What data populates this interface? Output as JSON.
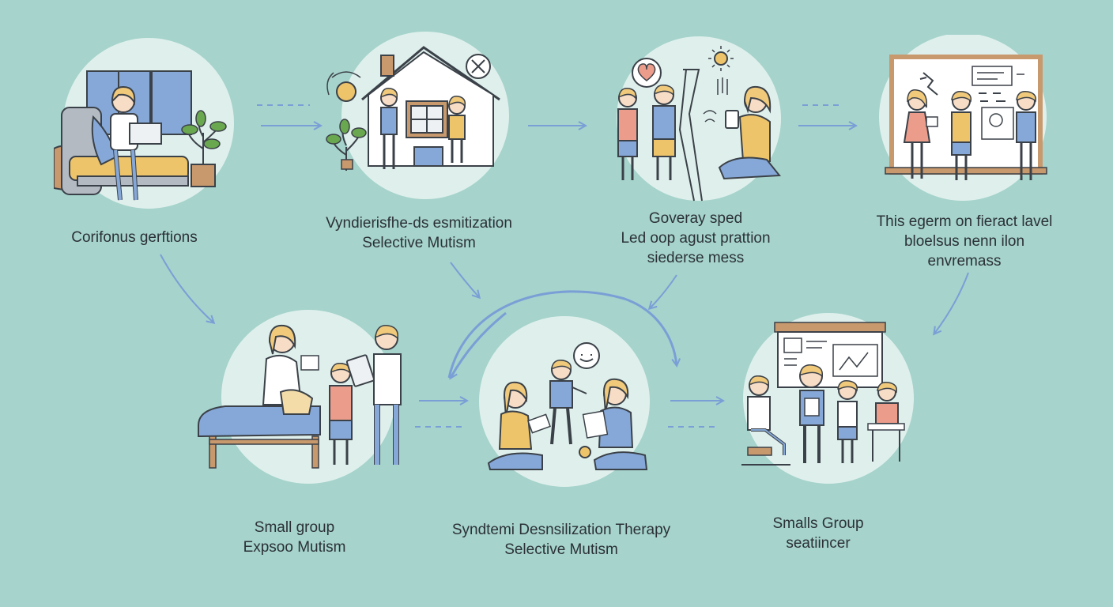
{
  "colors": {
    "background": "#a6d3cc",
    "circle": "#dff0ec",
    "outline": "#3b4148",
    "arrow": "#7a9fd6",
    "skin": "#f7dcc6",
    "hair": "#f0c97b",
    "blue": "#86a8d8",
    "coral": "#ec9c8a",
    "mustard": "#eec46a",
    "wood": "#c8996d",
    "plant": "#6aa84f"
  },
  "steps": [
    {
      "id": "s1",
      "lines": [
        "Corifonus gerftions"
      ],
      "illustration": "child-with-laptop-in-armchair"
    },
    {
      "id": "s2",
      "lines": [
        "Vyndierisfhe-ds esmitization",
        "Selective Mutism"
      ],
      "illustration": "house-with-children"
    },
    {
      "id": "s3",
      "lines": [
        "Goveray sped",
        "Led oop agust prattion",
        "siederse mess"
      ],
      "illustration": "children-with-adult-and-speech-heart"
    },
    {
      "id": "s4",
      "lines": [
        "This egerm on fieract lavel",
        "bloelsus nenn ilon",
        "envremass"
      ],
      "illustration": "classroom-whiteboard"
    },
    {
      "id": "s5",
      "lines": [
        "Small group",
        "Expsoo Mutism"
      ],
      "illustration": "therapist-and-child-with-tablet"
    },
    {
      "id": "s6",
      "lines": [
        "Syndtemi Desnsilization Therapy",
        "Selective Mutism"
      ],
      "illustration": "children-playing-on-floor"
    },
    {
      "id": "s7",
      "lines": [
        "Smalls Group",
        "seatiincer"
      ],
      "illustration": "small-group-at-board"
    }
  ]
}
